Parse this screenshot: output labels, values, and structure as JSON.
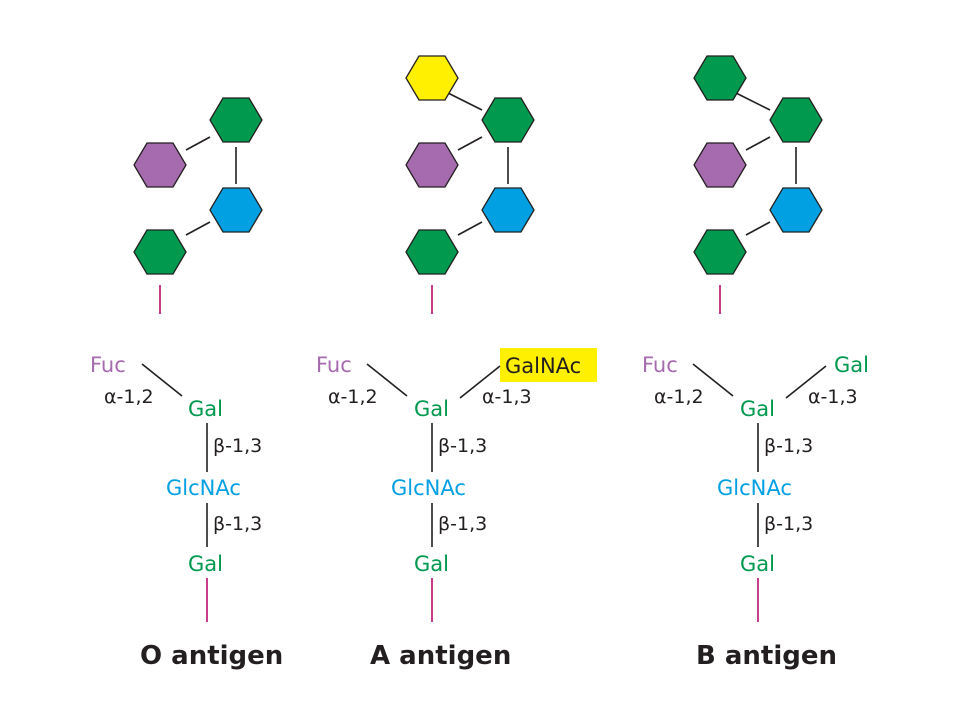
{
  "colors": {
    "fuc": "#a66aaf",
    "gal": "#00994e",
    "glcnac": "#00a0e3",
    "galnac": "#ffef00",
    "stem": "#c2287f",
    "line": "#231f20"
  },
  "antigens": [
    {
      "title": "O antigen",
      "terminal": null,
      "labels": {
        "fuc": "Fuc",
        "fuc_link": "α-1,2",
        "gal_top": "Gal",
        "link_1": "β-1,3",
        "glcnac": "GlcNAc",
        "link_2": "β-1,3",
        "gal_bottom": "Gal"
      }
    },
    {
      "title": "A antigen",
      "terminal": {
        "name": "GalNAc",
        "link": "α-1,3",
        "sugar": "galnac",
        "highlight": true
      },
      "labels": {
        "fuc": "Fuc",
        "fuc_link": "α-1,2",
        "gal_top": "Gal",
        "link_1": "β-1,3",
        "glcnac": "GlcNAc",
        "link_2": "β-1,3",
        "gal_bottom": "Gal"
      }
    },
    {
      "title": "B antigen",
      "terminal": {
        "name": "Gal",
        "link": "α-1,3",
        "sugar": "gal",
        "highlight": false
      },
      "labels": {
        "fuc": "Fuc",
        "fuc_link": "α-1,2",
        "gal_top": "Gal",
        "link_1": "β-1,3",
        "glcnac": "GlcNAc",
        "link_2": "β-1,3",
        "gal_bottom": "Gal"
      }
    }
  ]
}
